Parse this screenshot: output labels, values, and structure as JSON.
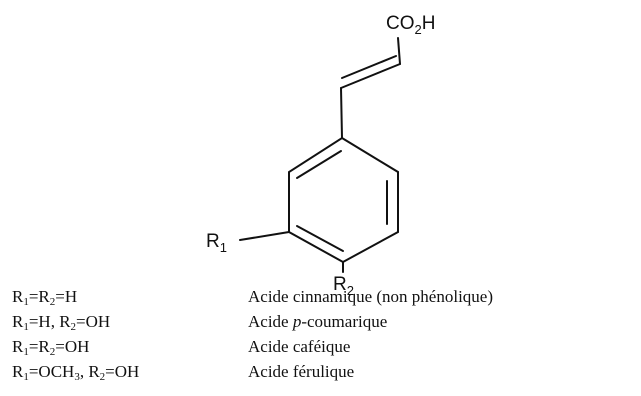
{
  "molecule": {
    "carboxyl": {
      "main": "CO",
      "sub": "2",
      "tail": "H"
    },
    "r1": {
      "main": "R",
      "sub": "1"
    },
    "r2": {
      "main": "R",
      "sub": "2"
    }
  },
  "legend": [
    {
      "substituents": [
        {
          "t": "R"
        },
        {
          "sub": "1"
        },
        {
          "t": "=R"
        },
        {
          "sub": "2"
        },
        {
          "t": "=H"
        }
      ],
      "name": [
        {
          "t": "Acide cinnamique (non phénolique)"
        }
      ]
    },
    {
      "substituents": [
        {
          "t": "R"
        },
        {
          "sub": "1"
        },
        {
          "t": "=H, R"
        },
        {
          "sub": "2"
        },
        {
          "t": "=OH"
        }
      ],
      "name": [
        {
          "t": "Acide "
        },
        {
          "i": "p"
        },
        {
          "t": "-coumarique"
        }
      ]
    },
    {
      "substituents": [
        {
          "t": "R"
        },
        {
          "sub": "1"
        },
        {
          "t": "=R"
        },
        {
          "sub": "2"
        },
        {
          "t": "=OH"
        }
      ],
      "name": [
        {
          "t": "Acide caféique"
        }
      ]
    },
    {
      "substituents": [
        {
          "t": "R"
        },
        {
          "sub": "1"
        },
        {
          "t": "=OCH"
        },
        {
          "sub": "3"
        },
        {
          "t": ", R"
        },
        {
          "sub": "2"
        },
        {
          "t": "=OH"
        }
      ],
      "name": [
        {
          "t": "Acide férulique"
        }
      ]
    }
  ]
}
